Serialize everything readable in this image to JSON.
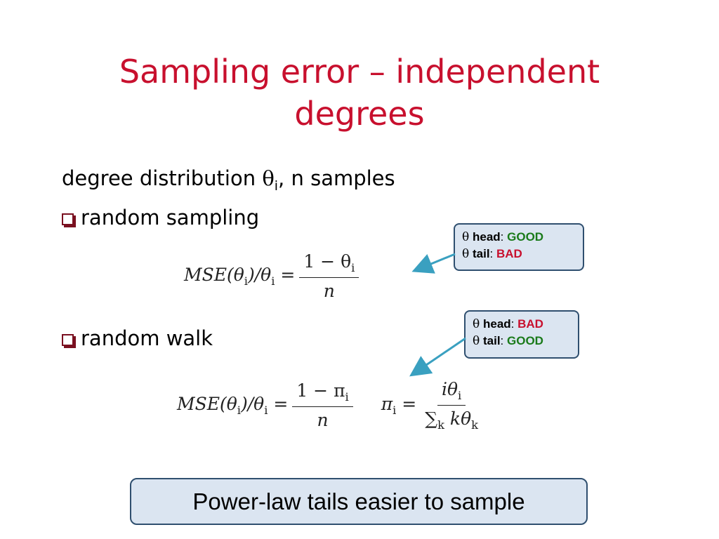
{
  "title": {
    "line1": "Sampling error – independent",
    "line2": "degrees"
  },
  "intro": {
    "text_before": "degree distribution ",
    "theta": "θ",
    "sub_i": "i",
    "text_after": ",  n samples"
  },
  "bullets": {
    "random_sampling": "random sampling",
    "random_walk": "random walk"
  },
  "formula1": {
    "lhs": "MSE(θ",
    "lhs_sub": "i",
    "lhs_mid": ")/θ",
    "lhs_sub2": "i",
    "eq": " = ",
    "num": "1 − θ",
    "num_sub": "i",
    "den": "n"
  },
  "formula2": {
    "lhs": "MSE(θ",
    "lhs_sub": "i",
    "lhs_mid": ")/θ",
    "lhs_sub2": "i",
    "eq": " = ",
    "num": "1 − π",
    "num_sub": "i",
    "den": "n",
    "pi": "π",
    "pi_sub": "i",
    "pi_eq": " = ",
    "pi_num": "iθ",
    "pi_num_sub": "i",
    "pi_den": "∑",
    "pi_den_sub": "k",
    "pi_den_rest": " kθ",
    "pi_den_sub2": "k"
  },
  "note1": {
    "theta": "θ",
    "head": "head",
    "head_val": "GOOD",
    "tail": "tail",
    "tail_val": "BAD"
  },
  "note2": {
    "theta": "θ",
    "head": "head",
    "head_val": "BAD",
    "tail": "tail",
    "tail_val": "GOOD"
  },
  "bottom": {
    "text": "Power-law tails easier to sample"
  },
  "colors": {
    "title": "#c8102e",
    "good": "#1a7a1a",
    "bad": "#c8102e",
    "box_fill": "#dbe5f1",
    "arrow": "#3aa0c0"
  }
}
